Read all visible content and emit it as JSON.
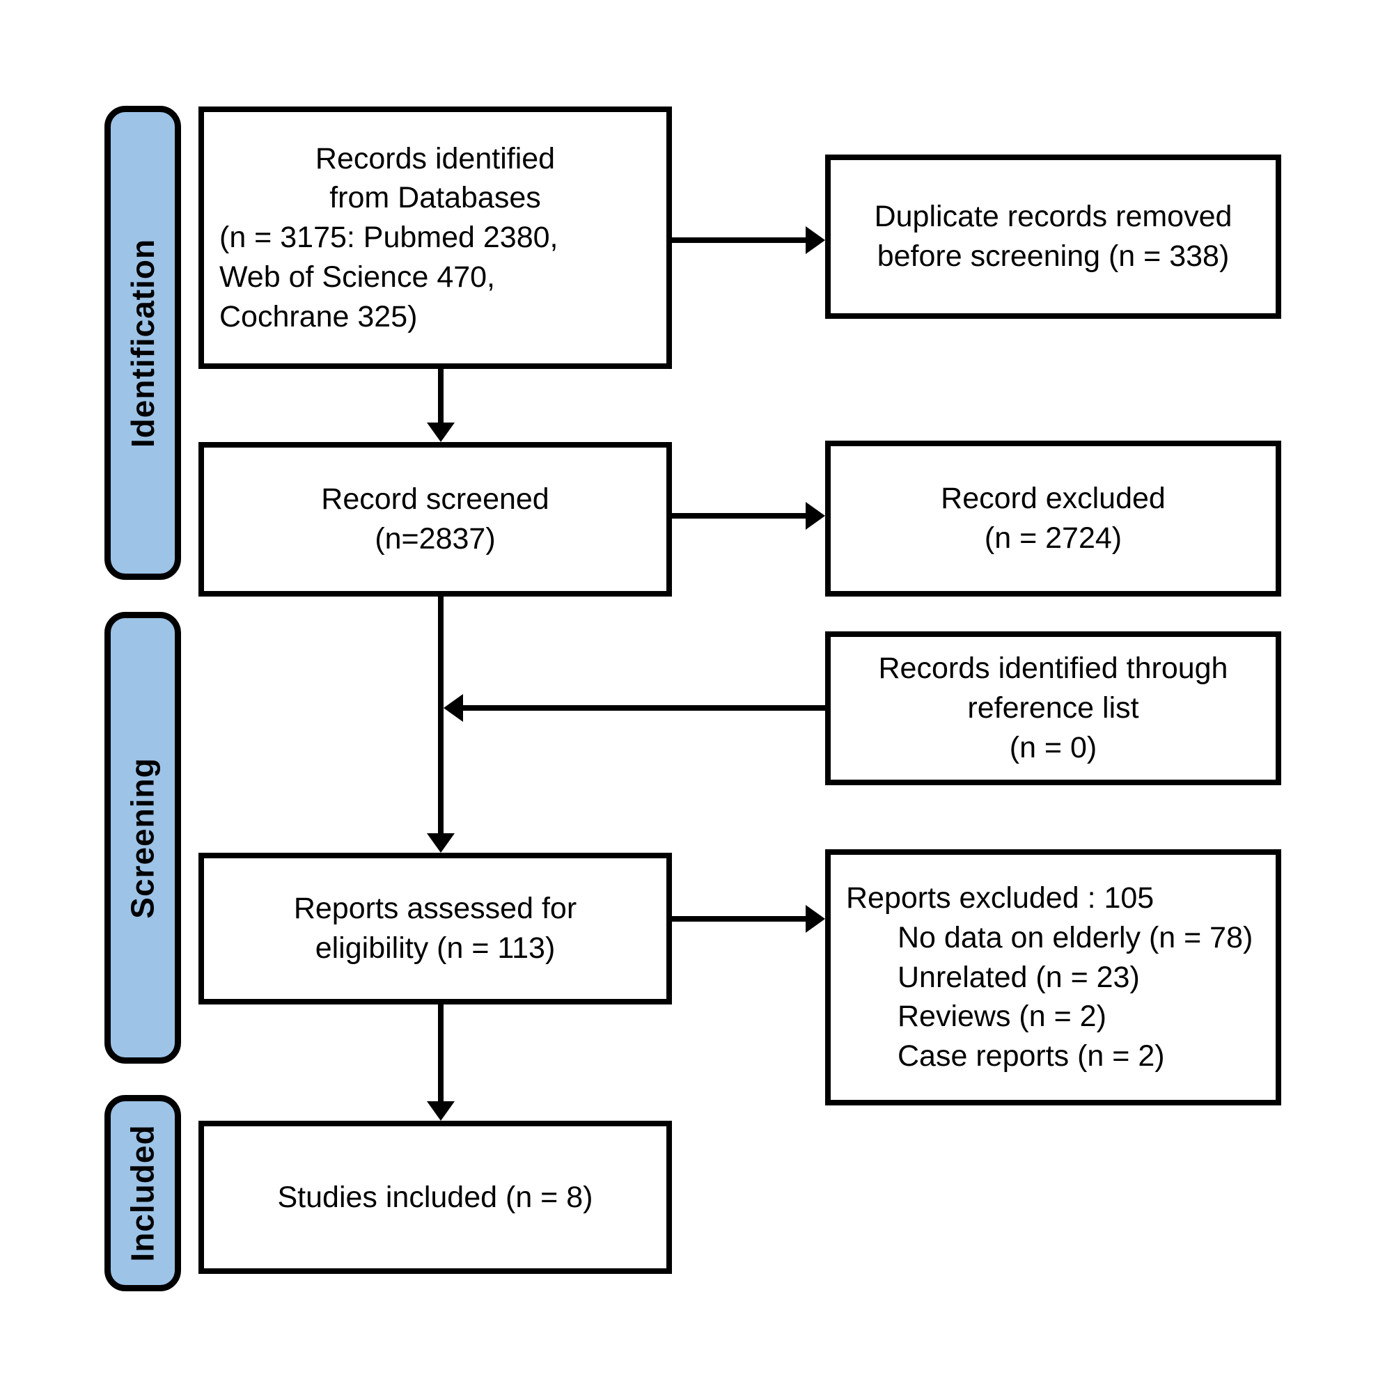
{
  "colors": {
    "stage_fill": "#9dc3e7",
    "line": "#000000"
  },
  "stages": [
    {
      "label": "Identification"
    },
    {
      "label": "Screening"
    },
    {
      "label": "Included"
    }
  ],
  "boxes": {
    "records_identified": {
      "lines": [
        "Records identified",
        "from Databases",
        "(n = 3175: Pubmed 2380,",
        "Web of Science 470,",
        "Cochrane 325)"
      ]
    },
    "duplicates_removed": {
      "lines": [
        "Duplicate records removed",
        "before screening (n = 338)"
      ]
    },
    "record_screened": {
      "lines": [
        "Record screened",
        "(n=2837)"
      ]
    },
    "record_excluded": {
      "lines": [
        "Record excluded",
        "(n = 2724)"
      ]
    },
    "reference_list": {
      "lines": [
        "Records identified through",
        "reference list",
        "(n = 0)"
      ]
    },
    "reports_assessed": {
      "lines": [
        "Reports assessed for",
        "eligibility (n = 113)"
      ]
    },
    "reports_excluded": {
      "title": "Reports excluded : 105",
      "items": [
        "No data on elderly (n = 78)",
        "Unrelated (n = 23)",
        "Reviews (n = 2)",
        "Case reports (n = 2)"
      ]
    },
    "studies_included": {
      "lines": [
        "Studies included (n = 8)"
      ]
    }
  }
}
